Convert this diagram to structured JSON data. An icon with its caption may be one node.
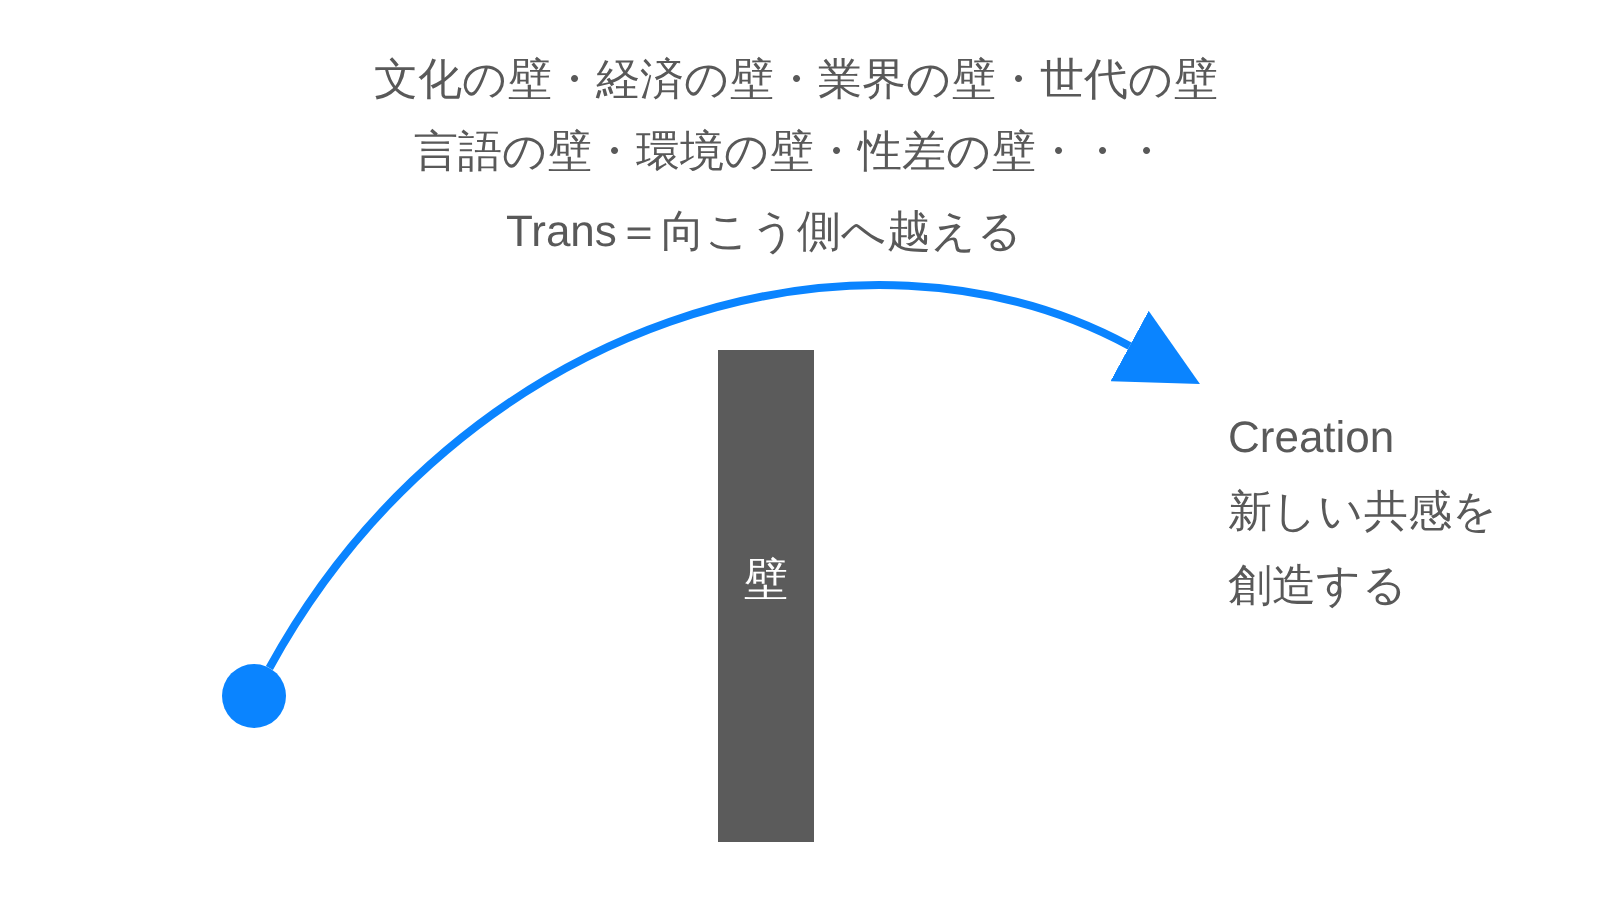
{
  "diagram": {
    "nodes": [
      {
        "text": [],
        "shape": "circle"
      },
      {
        "text": [
          "壁"
        ]
      },
      {
        "text": [
          "Creation",
          "新しい共感を創造する"
        ]
      }
    ],
    "edges": [
      {
        "from": 0,
        "to": 2,
        "arrow": "to"
      }
    ],
    "labels": [
      "文化の壁・経済の壁・業界の壁・世代の壁",
      "言語の壁・環境の壁・性差の壁・・・",
      "Trans＝向こう側へ越える"
    ]
  }
}
